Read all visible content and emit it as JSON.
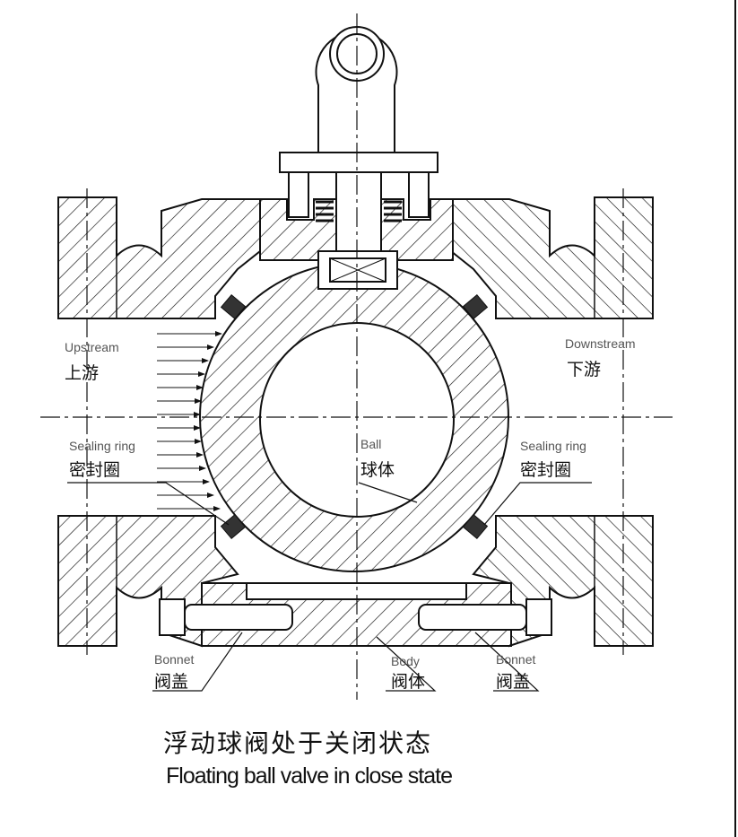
{
  "title_cn": "浮动球阀处于关闭状态",
  "title_en": "Floating ball valve in close state",
  "labels": {
    "upstream_en": "Upstream",
    "upstream_cn": "上游",
    "downstream_en": "Downstream",
    "downstream_cn": "下游",
    "sealing_left_en": "Sealing ring",
    "sealing_left_cn": "密封圈",
    "sealing_right_en": "Sealing ring",
    "sealing_right_cn": "密封圈",
    "ball_en": "Ball",
    "ball_cn": "球体",
    "bonnet_left_en": "Bonnet",
    "bonnet_left_cn": "阀盖",
    "body_en": "Body",
    "body_cn": "阀体",
    "bonnet_right_en": "Bonnet",
    "bonnet_right_cn": "阀盖"
  }
}
